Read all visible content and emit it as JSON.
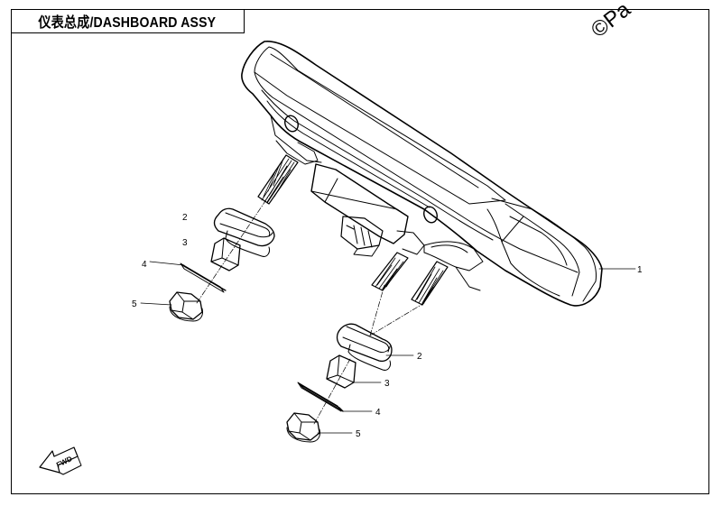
{
  "title": "仪表总成/DASHBOARD ASSY",
  "watermark": "©Pa",
  "fwd_label": "FWD",
  "callouts": {
    "part1": "1",
    "left_washer": "2",
    "left_spacer": "3",
    "left_plate": "4",
    "left_nut": "5",
    "right_washer": "2",
    "right_spacer": "3",
    "right_plate": "4",
    "right_nut": "5"
  }
}
